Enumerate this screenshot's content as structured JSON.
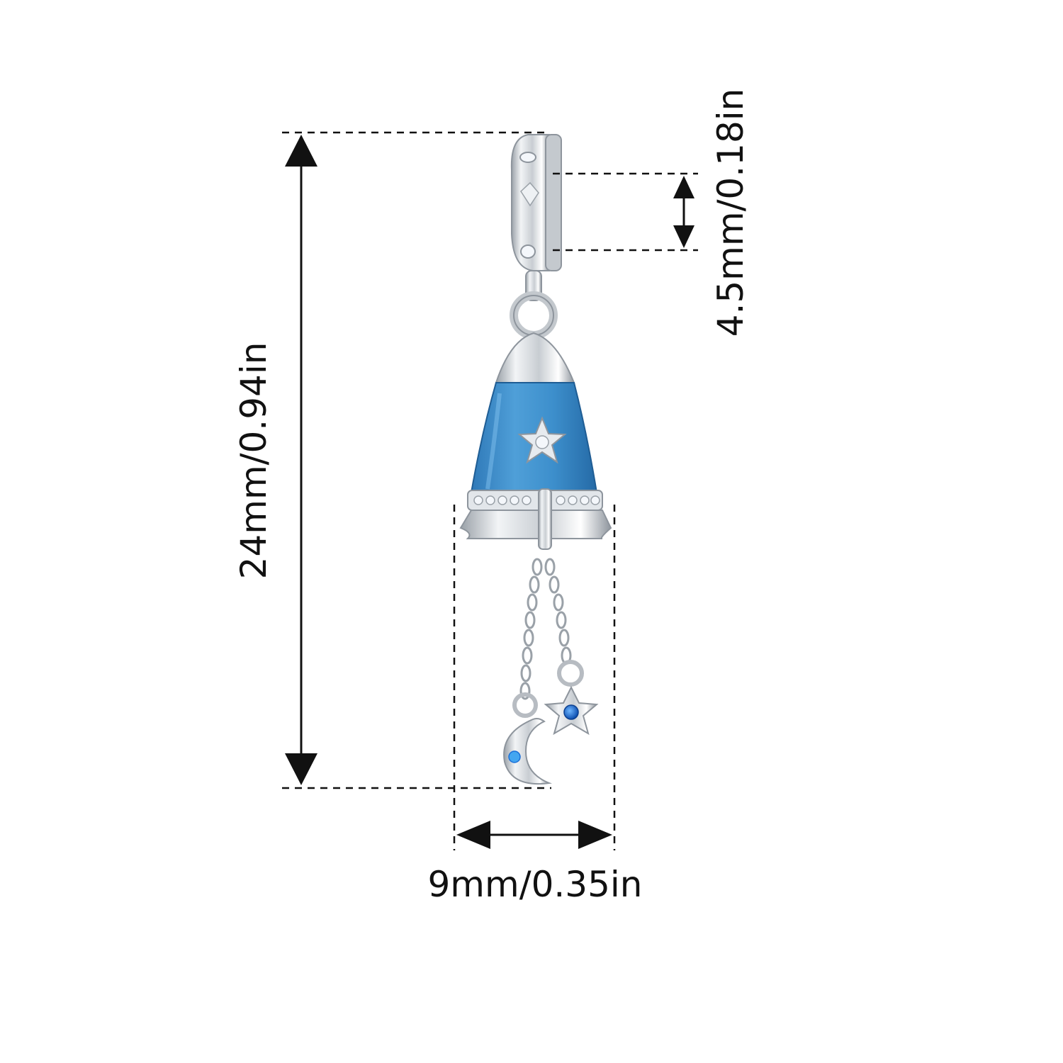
{
  "dimensions": {
    "total_length": "24mm/0.94in",
    "hole_diameter": "4.5mm/0.18in",
    "width": "9mm/0.35in"
  },
  "colors": {
    "line": "#111111",
    "enamel": "#3d8fcc",
    "enamel_light": "#69b3e3",
    "silver": "#d9dde2",
    "silver_dark": "#8e959d",
    "stone_blue": "#1a6fd8",
    "stone_clear": "#f4f7fb"
  }
}
